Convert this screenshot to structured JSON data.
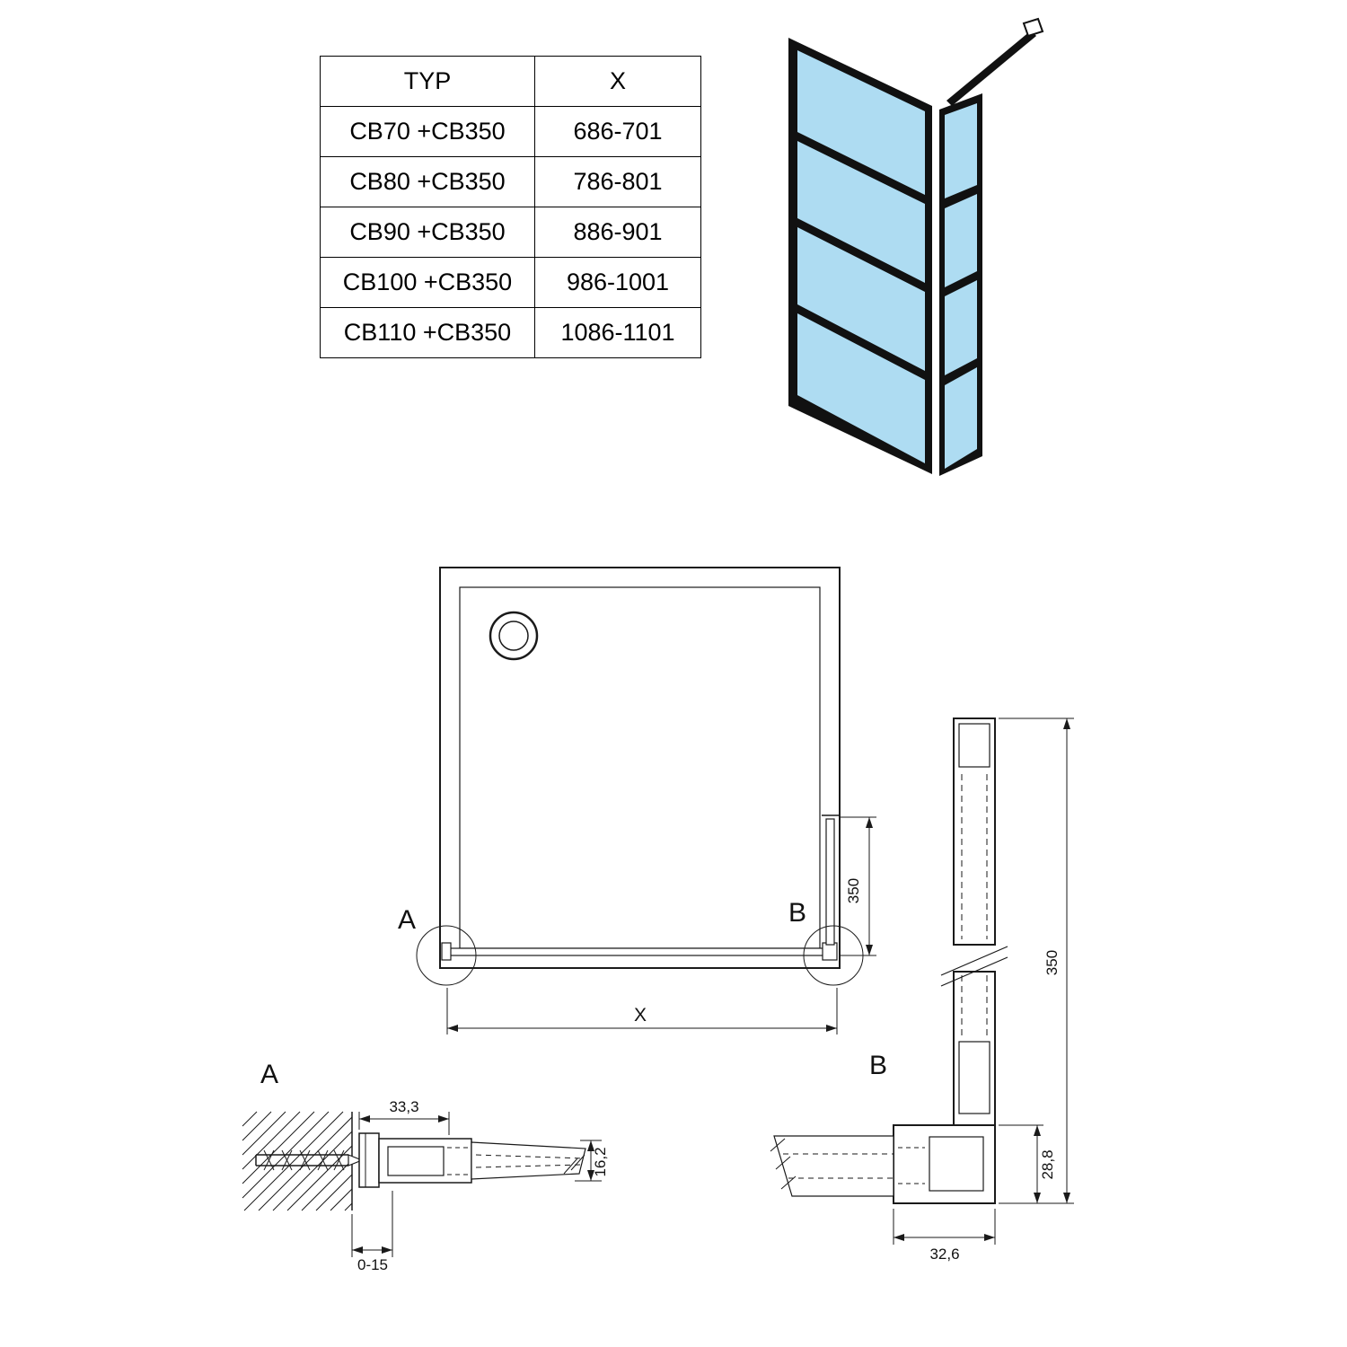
{
  "table": {
    "headers": [
      "TYP",
      "X"
    ],
    "rows": [
      {
        "typ": "CB70 +CB350",
        "x": "686-701"
      },
      {
        "typ": "CB80 +CB350",
        "x": "786-801"
      },
      {
        "typ": "CB90 +CB350",
        "x": "886-901"
      },
      {
        "typ": "CB100 +CB350",
        "x": "986-1001"
      },
      {
        "typ": "CB110 +CB350",
        "x": "1086-1101"
      }
    ]
  },
  "plan": {
    "label_a": "A",
    "label_b": "B",
    "dim_side": "350",
    "dim_width": "X"
  },
  "side_b": {
    "label": "B",
    "dim_total": "350",
    "dim_foot_h": "28,8",
    "dim_foot_w": "32,6"
  },
  "detail_a": {
    "label": "A",
    "dim_depth": "33,3",
    "dim_height": "16,2",
    "dim_gap": "0-15"
  },
  "colors": {
    "glass": "#aedcf2",
    "frame": "#111111",
    "line": "#1a1a1a"
  }
}
